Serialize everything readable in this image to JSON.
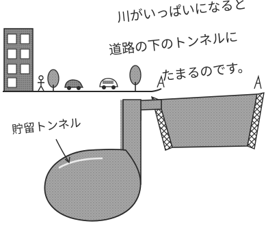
{
  "caption": {
    "line1": "川がいっぱいになると",
    "line2": "道路の下のトンネルに",
    "line3": "たまるのです。"
  },
  "tunnel_label": "貯留トンネル",
  "colors": {
    "ink": "#2a2a2a",
    "water_fill": "#9a9a9a",
    "water_dark": "#7d7d7d",
    "building_fill": "#8a8a8a",
    "ground": "#555555",
    "background": "#ffffff"
  },
  "icons": {
    "building": "building-icon",
    "tree": "tree-icon",
    "car": "car-icon",
    "person": "person-icon",
    "embankment": "embankment-icon"
  }
}
